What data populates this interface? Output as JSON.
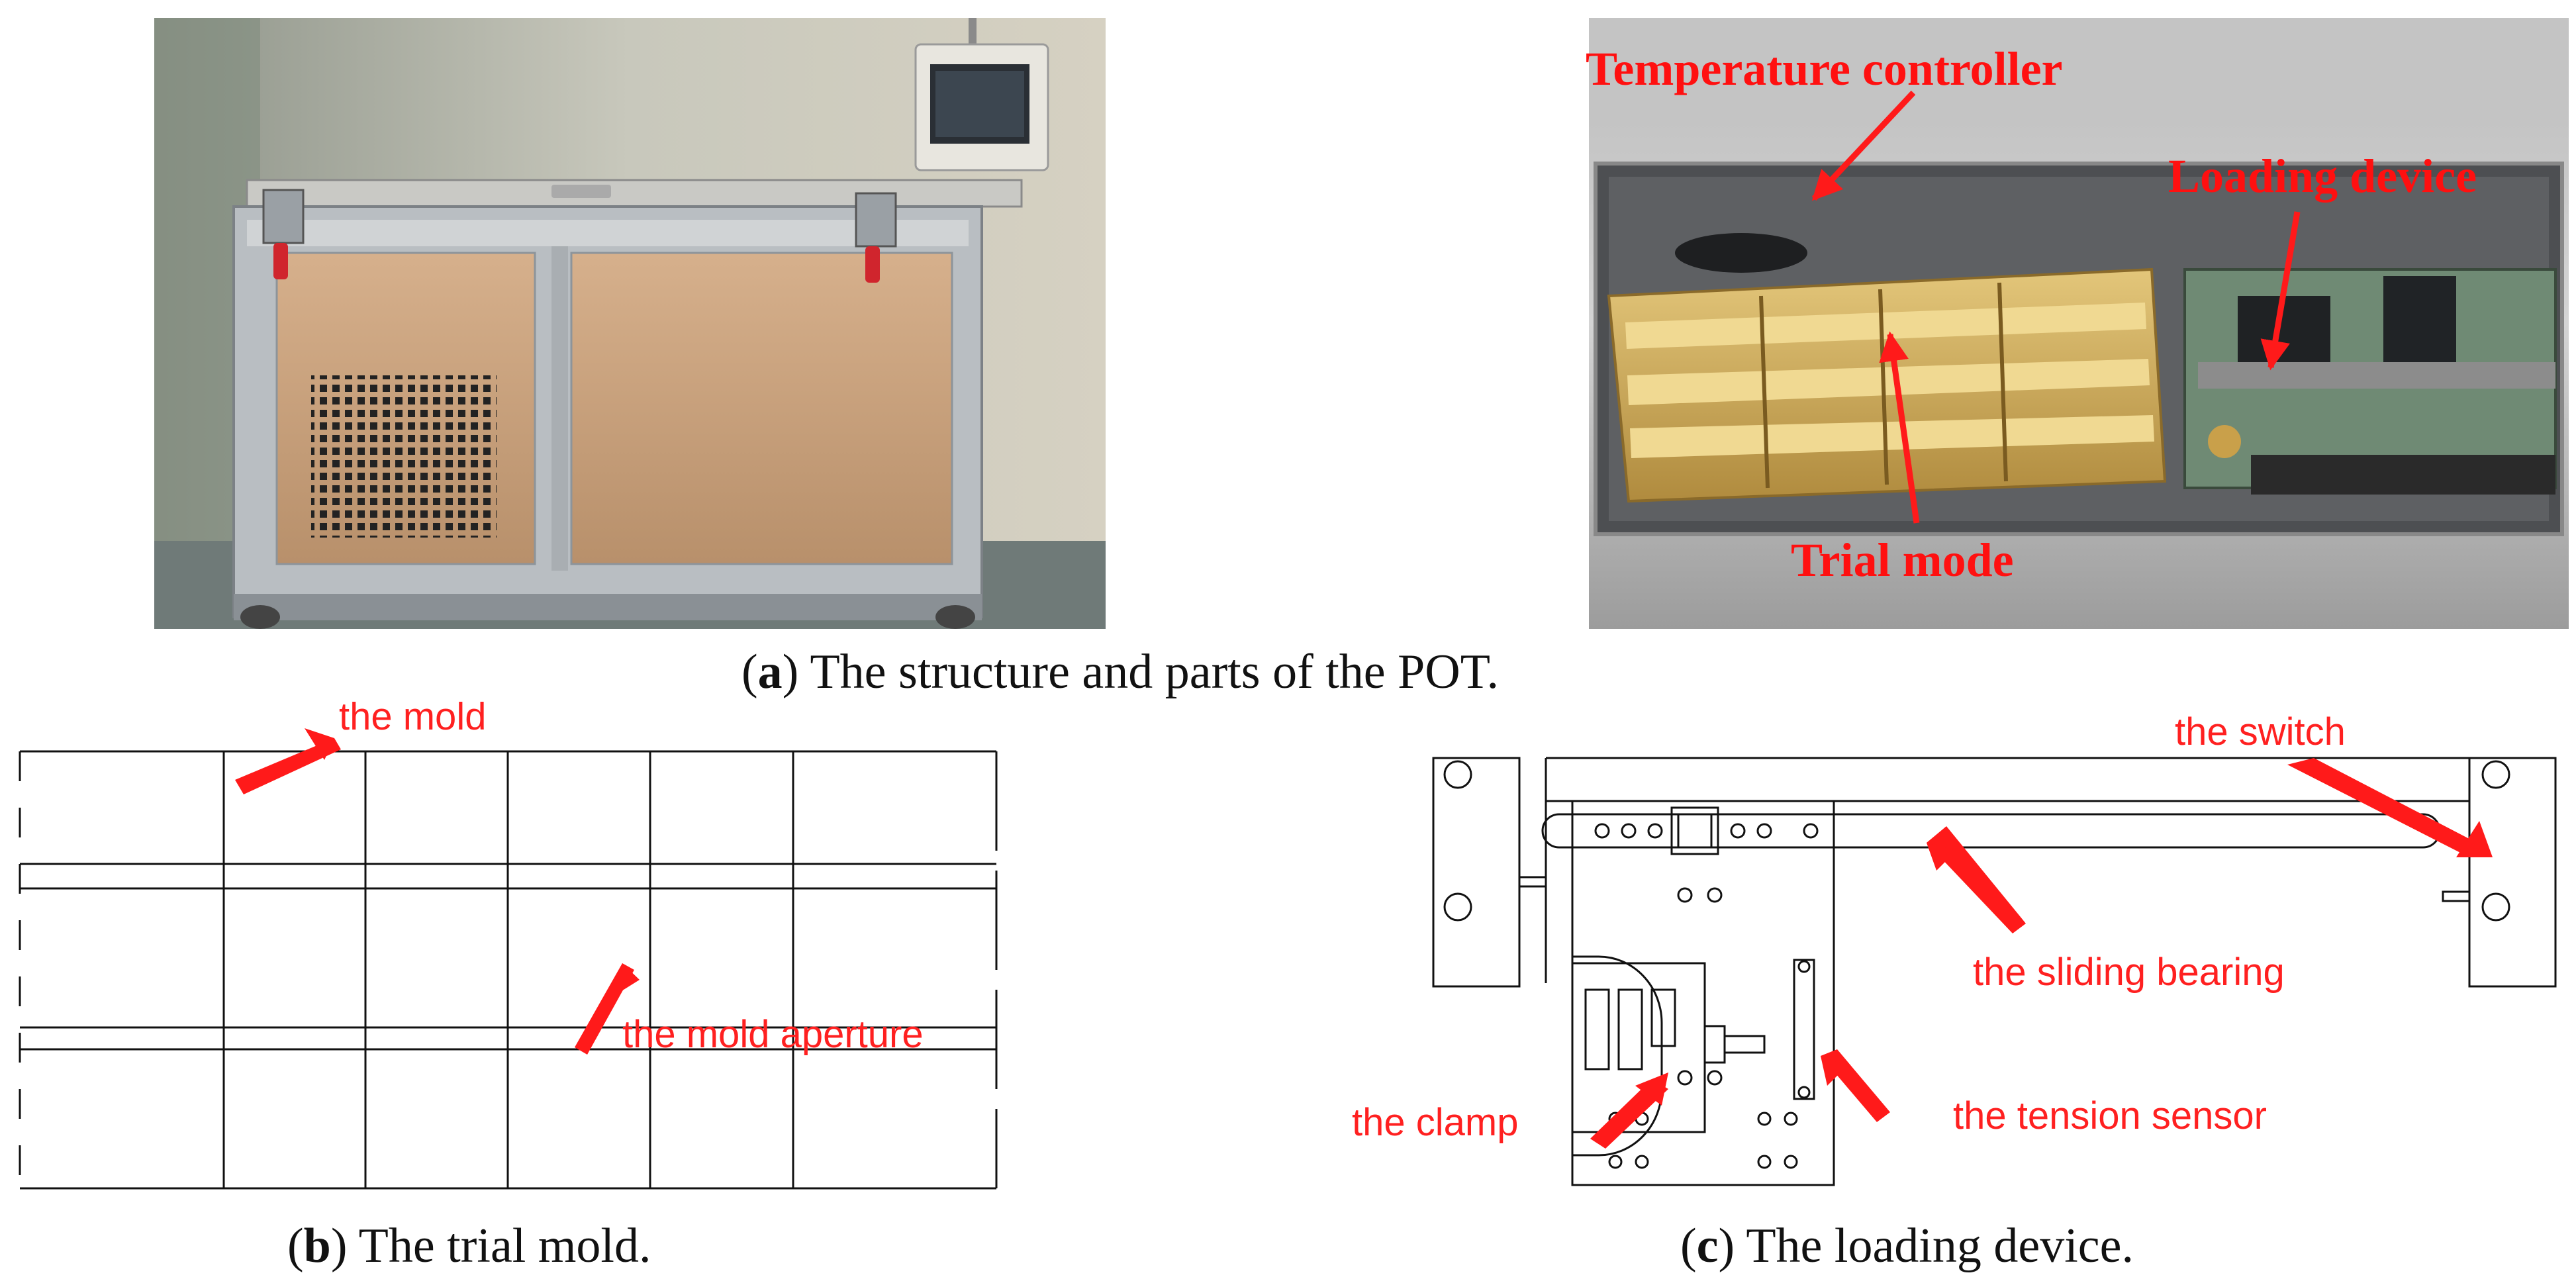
{
  "panel_a": {
    "labels": {
      "temperature_controller": "Temperature controller",
      "loading_device": "Loading device",
      "trial_mode": "Trial mode"
    },
    "caption": {
      "letter": "a",
      "text": " The structure and parts of the POT."
    }
  },
  "panel_b": {
    "labels": {
      "mold": "the mold",
      "mold_aperture": "the mold aperture"
    },
    "caption": {
      "letter": "b",
      "text": " The trial mold."
    }
  },
  "panel_c": {
    "labels": {
      "switch": "the switch",
      "sliding_bearing": "the sliding bearing",
      "clamp": "the clamp",
      "tension_sensor": "the tension sensor"
    },
    "caption": {
      "letter": "c",
      "text": " The loading device."
    }
  },
  "colors": {
    "annotation": "#ff1a1a",
    "cabinet_panel": "#c9a27e",
    "brass_mold": "#c9a553"
  }
}
